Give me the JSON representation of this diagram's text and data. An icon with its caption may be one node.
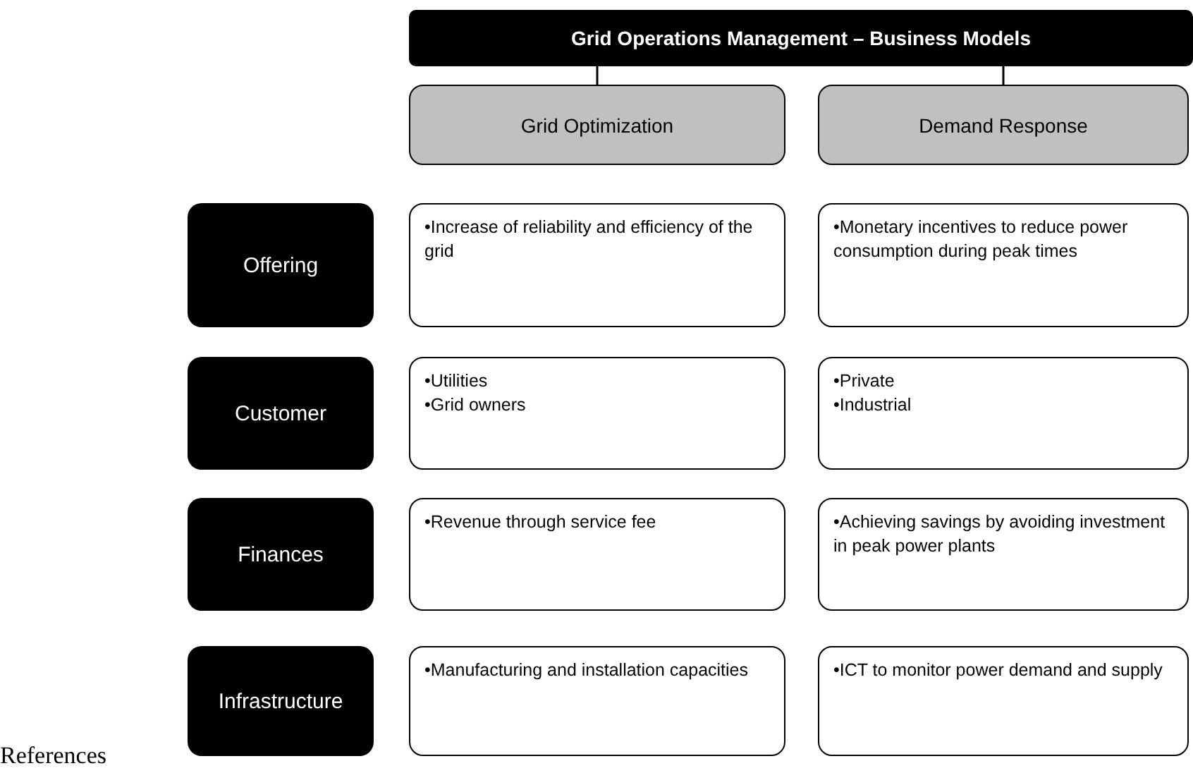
{
  "diagram": {
    "nodes": [
      {
        "text": [
          "Grid Operations Management – Business Models"
        ]
      },
      {
        "text": [
          "Grid Optimization"
        ]
      },
      {
        "text": [
          "Demand Response"
        ]
      },
      {
        "text": [
          "Offering"
        ]
      },
      {
        "text": [
          "•Increase of reliability and efficiency of the grid"
        ]
      },
      {
        "text": [
          "•Monetary incentives to reduce power consumption during peak times"
        ]
      },
      {
        "text": [
          "Customer"
        ]
      },
      {
        "text": [
          "•Utilities",
          "•Grid owners"
        ]
      },
      {
        "text": [
          "•Private",
          "•Industrial"
        ]
      },
      {
        "text": [
          "Finances"
        ]
      },
      {
        "text": [
          "•Revenue through service fee"
        ]
      },
      {
        "text": [
          "•Achieving savings by avoiding investment in peak power plants"
        ]
      },
      {
        "text": [
          "Infrastructure"
        ]
      },
      {
        "text": [
          "•Manufacturing and installation capacities"
        ]
      },
      {
        "text": [
          "•ICT to monitor power demand and supply"
        ]
      }
    ],
    "edges": [
      {
        "from": 0,
        "to": 1,
        "arrow": "none"
      },
      {
        "from": 0,
        "to": 2,
        "arrow": "none"
      }
    ],
    "labels": [
      "References"
    ]
  }
}
